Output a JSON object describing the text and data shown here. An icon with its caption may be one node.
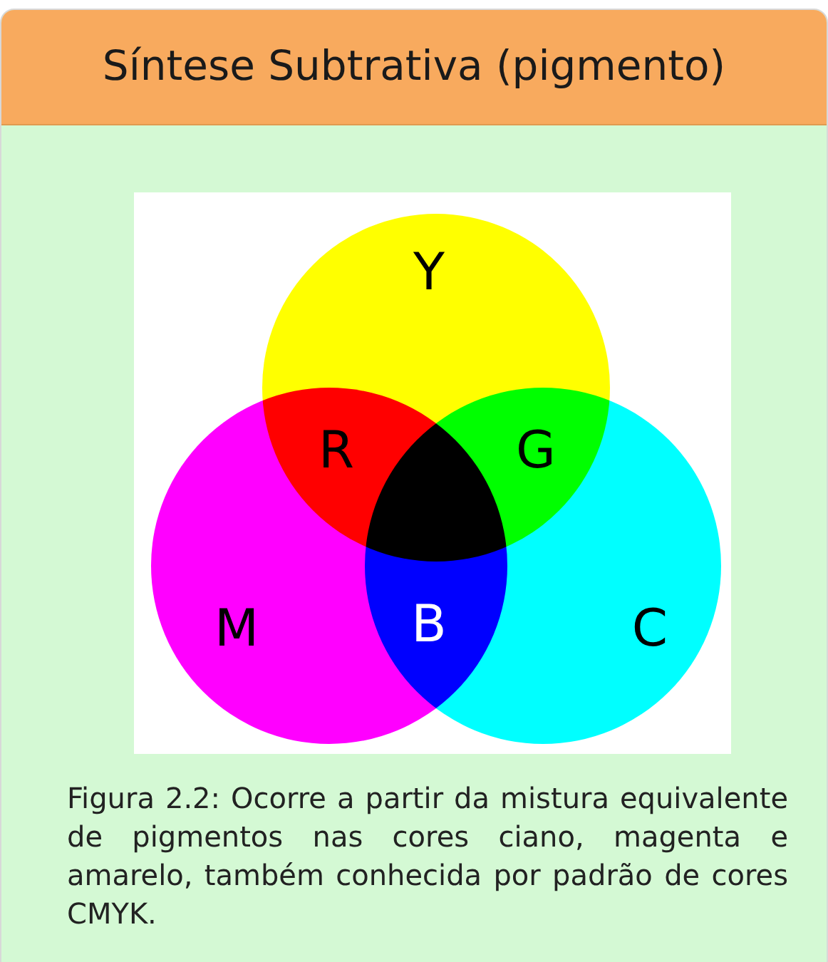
{
  "diagram": {
    "title": "Síntese Subtrativa (pigmento)",
    "caption": "Figura 2.2: Ocorre a partir da mistura equivalente de pigmentos nas cores ciano, magenta e amarelo, também conhecida por padrão de cores CMYK.",
    "nodes": [
      {
        "text": [
          "Y"
        ]
      },
      {
        "text": [
          "M"
        ]
      },
      {
        "text": [
          "C"
        ]
      }
    ],
    "labels": [
      "R",
      "G",
      "B"
    ]
  }
}
